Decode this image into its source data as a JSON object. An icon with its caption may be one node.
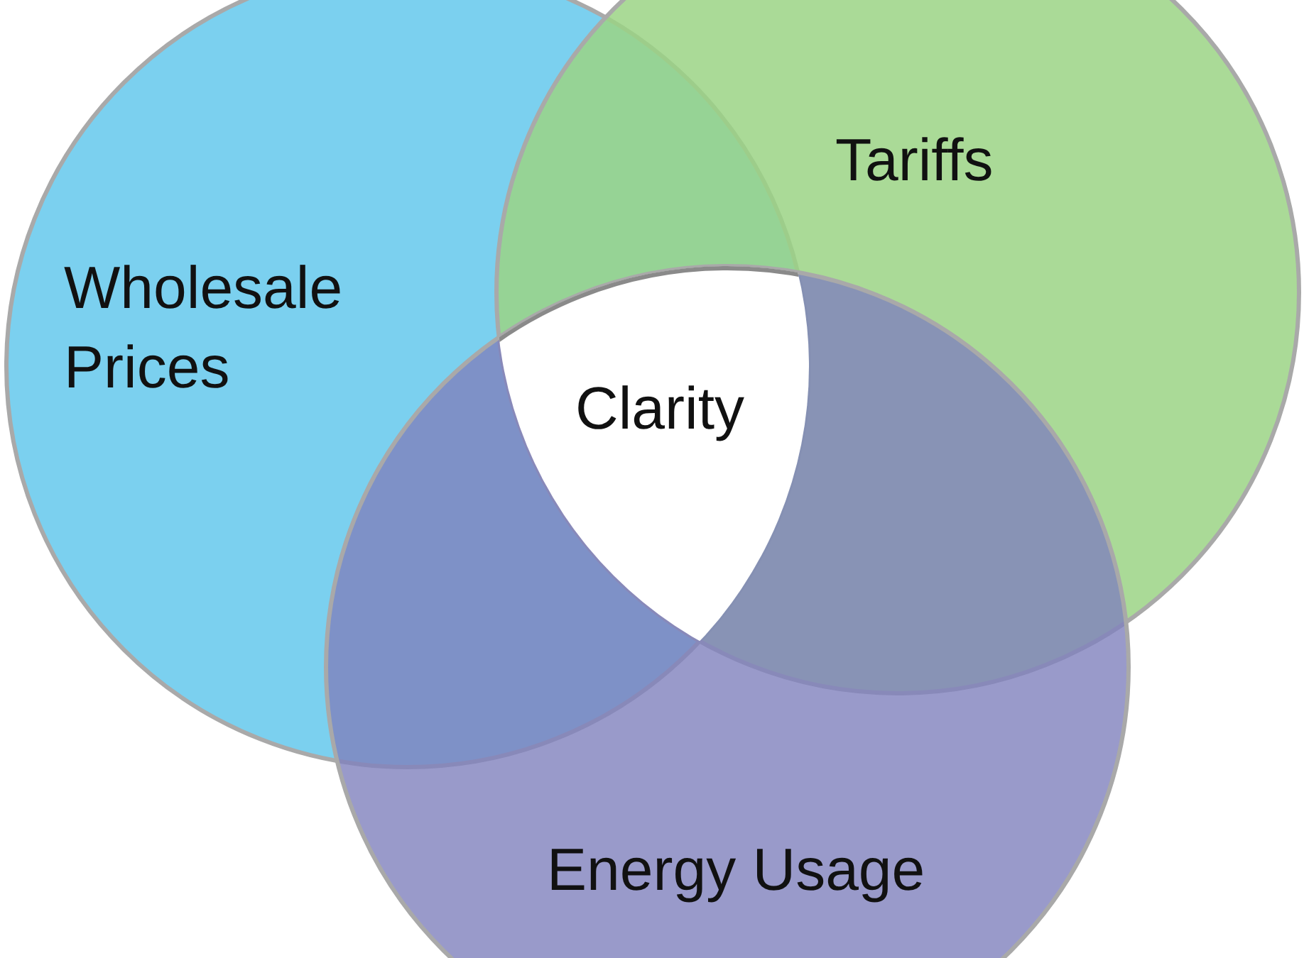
{
  "diagram": {
    "nodes": [
      {
        "text": [
          "Wholesale Prices"
        ]
      },
      {
        "text": [
          "Tariffs"
        ]
      },
      {
        "text": [
          "Energy Usage"
        ]
      },
      {
        "text": [
          "Clarity"
        ]
      }
    ],
    "edges": []
  }
}
